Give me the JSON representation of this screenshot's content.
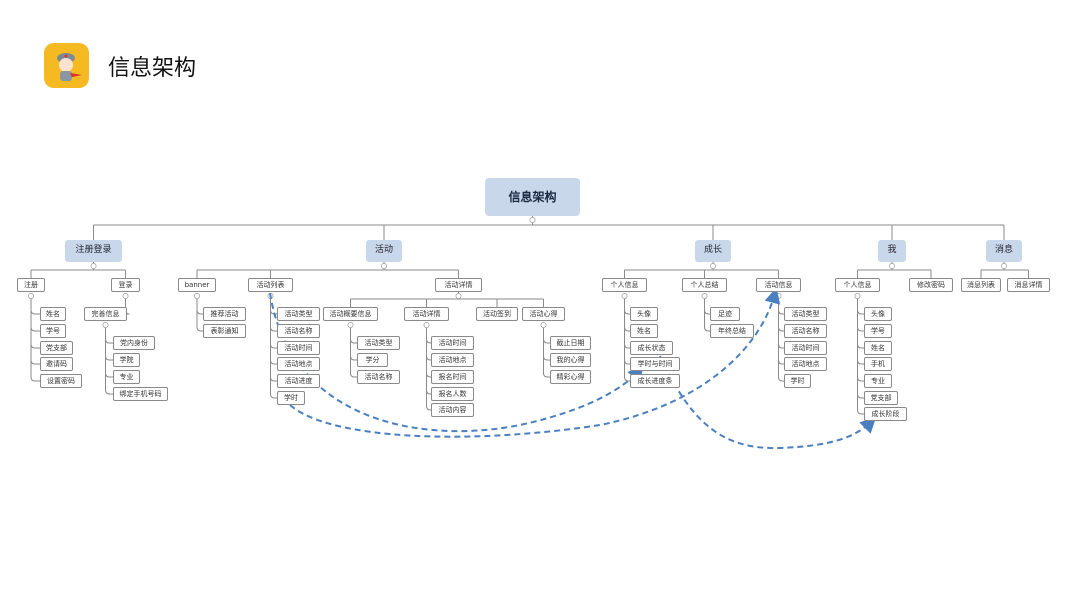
{
  "header": {
    "title": "信息架构",
    "logo": "app-mascot-logo"
  },
  "colors": {
    "accent": "#f5b921",
    "node_fill": "#c8d8ea",
    "arrow": "#4a7fc0",
    "line": "#8a8a8a"
  },
  "tree": {
    "label": "信息架构",
    "children": [
      {
        "label": "注册登录",
        "children": [
          {
            "label": "注册",
            "children": [
              {
                "label": "姓名"
              },
              {
                "label": "学号"
              },
              {
                "label": "党支部"
              },
              {
                "label": "邀请码"
              },
              {
                "label": "设置密码"
              }
            ]
          },
          {
            "label": "登录",
            "children": [
              {
                "label": "完善信息",
                "children": [
                  {
                    "label": "党内身份"
                  },
                  {
                    "label": "学院"
                  },
                  {
                    "label": "专业"
                  },
                  {
                    "label": "绑定手机号码"
                  }
                ]
              }
            ]
          }
        ]
      },
      {
        "label": "活动",
        "children": [
          {
            "label": "banner",
            "children": [
              {
                "label": "推荐活动"
              },
              {
                "label": "表彰通知"
              }
            ]
          },
          {
            "label": "活动列表",
            "children": [
              {
                "label": "活动类型"
              },
              {
                "label": "活动名称"
              },
              {
                "label": "活动时间"
              },
              {
                "label": "活动地点"
              },
              {
                "label": "活动进度"
              },
              {
                "label": "学时"
              }
            ]
          },
          {
            "label": "活动详情",
            "children": [
              {
                "label": "活动概要信息",
                "children": [
                  {
                    "label": "活动类型"
                  },
                  {
                    "label": "学分"
                  },
                  {
                    "label": "活动名称"
                  }
                ]
              },
              {
                "label": "活动详情",
                "children": [
                  {
                    "label": "活动时间"
                  },
                  {
                    "label": "活动地点"
                  },
                  {
                    "label": "报名时间"
                  },
                  {
                    "label": "报名人数"
                  },
                  {
                    "label": "活动内容"
                  }
                ]
              },
              {
                "label": "活动签到"
              },
              {
                "label": "活动心得",
                "children": [
                  {
                    "label": "截止日期"
                  },
                  {
                    "label": "我的心得"
                  },
                  {
                    "label": "精彩心得"
                  }
                ]
              }
            ]
          }
        ]
      },
      {
        "label": "成长",
        "children": [
          {
            "label": "个人信息",
            "children": [
              {
                "label": "头像"
              },
              {
                "label": "姓名"
              },
              {
                "label": "成长状态"
              },
              {
                "label": "学时与时间"
              },
              {
                "label": "成长进度条"
              }
            ]
          },
          {
            "label": "个人总结",
            "children": [
              {
                "label": "足迹"
              },
              {
                "label": "年终总结"
              }
            ]
          },
          {
            "label": "活动信息",
            "children": [
              {
                "label": "活动类型"
              },
              {
                "label": "活动名称"
              },
              {
                "label": "活动时间"
              },
              {
                "label": "活动地点"
              },
              {
                "label": "学时"
              }
            ]
          }
        ]
      },
      {
        "label": "我",
        "children": [
          {
            "label": "个人信息",
            "children": [
              {
                "label": "头像"
              },
              {
                "label": "学号"
              },
              {
                "label": "姓名"
              },
              {
                "label": "手机"
              },
              {
                "label": "专业"
              },
              {
                "label": "党支部"
              },
              {
                "label": "成长阶段"
              }
            ]
          },
          {
            "label": "修改密码"
          }
        ]
      },
      {
        "label": "消息",
        "children": [
          {
            "label": "消息列表"
          },
          {
            "label": "消息详情"
          }
        ]
      }
    ]
  },
  "links": [
    {
      "from": "活动列表",
      "to": "学时与时间"
    },
    {
      "from": "活动列表.学时",
      "to": "活动信息"
    },
    {
      "from": "成长状态",
      "to": "成长阶段"
    }
  ]
}
